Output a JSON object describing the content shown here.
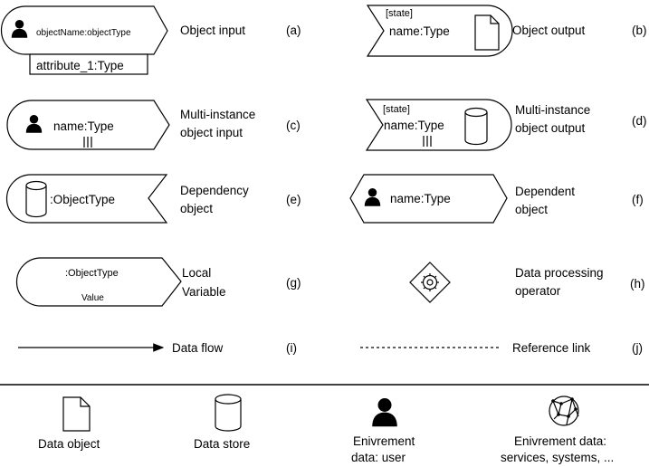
{
  "a": {
    "object_label": "objectName:objectType",
    "attribute": "attribute_1:Type",
    "description": "Object input",
    "tag": "(a)"
  },
  "b": {
    "state": "[state]",
    "object_label": "name:Type",
    "description": "Object output",
    "tag": "(b)"
  },
  "c": {
    "object_label": "name:Type",
    "description_line1": "Multi-instance",
    "description_line2": "object input",
    "tag": "(c)"
  },
  "d": {
    "state": "[state]",
    "object_label": "name:Type",
    "description_line1": "Multi-instance",
    "description_line2": "object output",
    "tag": "(d)"
  },
  "e": {
    "object_label": ":ObjectType",
    "description_line1": "Dependency",
    "description_line2": "object",
    "tag": "(e)"
  },
  "f": {
    "object_label": "name:Type",
    "description_line1": "Dependent",
    "description_line2": "object",
    "tag": "(f)"
  },
  "g": {
    "object_label": ":ObjectType",
    "value_label": "Value",
    "description_line1": "Local",
    "description_line2": "Variable",
    "tag": "(g)"
  },
  "h": {
    "description_line1": "Data processing",
    "description_line2": "operator",
    "tag": "(h)"
  },
  "i": {
    "description": "Data flow",
    "tag": "(i)"
  },
  "j": {
    "description": "Reference link",
    "tag": "(j)"
  },
  "legend": {
    "data_object": "Data object",
    "data_store": "Data store",
    "env_user_line1": "Enivrement",
    "env_user_line2": "data: user",
    "env_services_line1": "Enivrement data:",
    "env_services_line2": "services, systems, ..."
  },
  "icons": [
    "user-icon",
    "document-icon",
    "cylinder-icon",
    "gear-icon",
    "globe-icon",
    "multi-instance-icon"
  ]
}
